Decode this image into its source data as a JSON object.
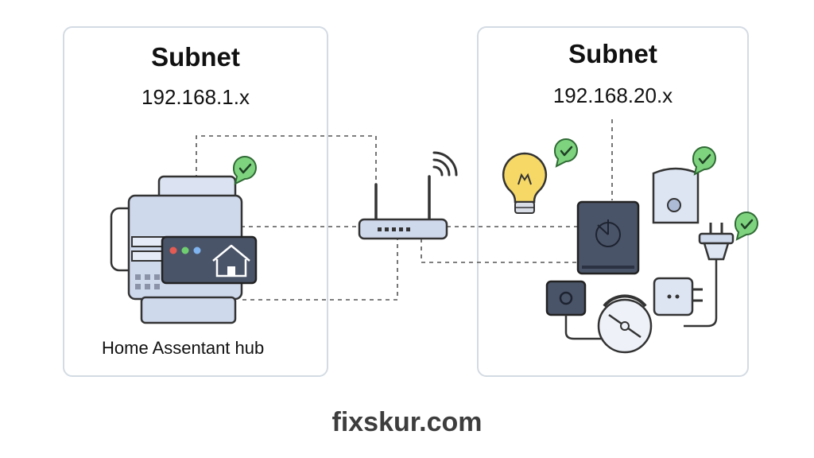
{
  "left_panel": {
    "title": "Subnet",
    "subnet": "192.168.1.x",
    "hub_label": "Home Assentant hub"
  },
  "right_panel": {
    "title": "Subnet",
    "subnet": "192.168.20.x"
  },
  "footer": "fixskur.com",
  "colors": {
    "check_fill": "#7ed37f",
    "check_stroke": "#2f6a34",
    "device_blue": "#cfd9ec",
    "device_dark": "#4a5468",
    "bulb_yellow": "#f6d866",
    "line": "#333333",
    "panel_border": "#d3dbe3"
  },
  "icons": [
    "check-badge-icon",
    "home-icon",
    "wifi-icon",
    "bulb-icon",
    "plug-icon",
    "router-icon",
    "smart-speaker-icon",
    "camera-icon",
    "hub-device-icon",
    "switch-icon"
  ]
}
